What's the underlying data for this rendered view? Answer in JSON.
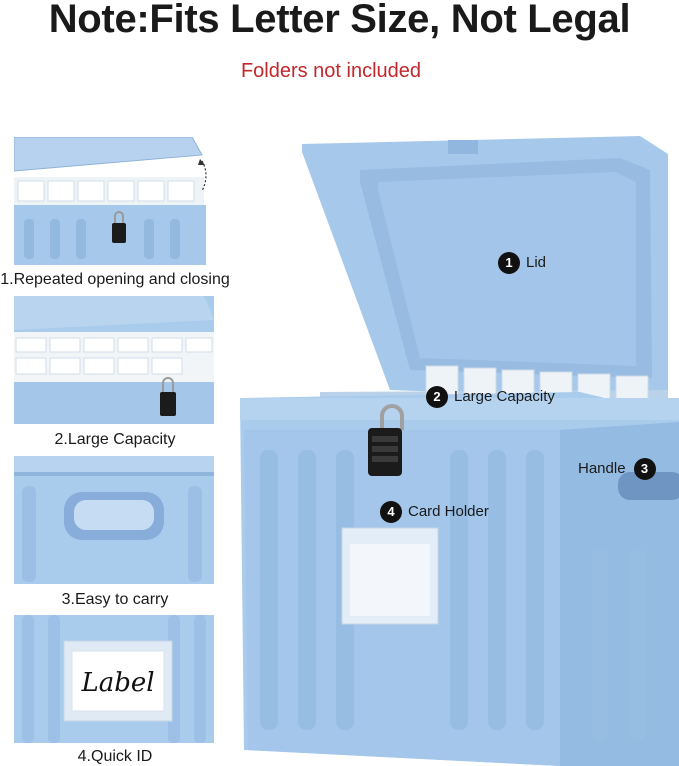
{
  "header": {
    "title": "Note:Fits Letter Size, Not Legal",
    "subtitle": "Folders not included"
  },
  "colors": {
    "subtitle_red": "#c0282d",
    "box_blue": "#a8c9ea",
    "box_shadow": "#7fa7d0",
    "lock_black": "#1b1b1b"
  },
  "features": [
    {
      "caption": "1.Repeated opening and closing"
    },
    {
      "caption": "2.Large Capacity"
    },
    {
      "caption": "3.Easy to carry"
    },
    {
      "caption": "4.Quick ID",
      "label_card_text": "Label"
    }
  ],
  "callouts": [
    {
      "number": "1",
      "text": "Lid"
    },
    {
      "number": "2",
      "text": "Large Capacity"
    },
    {
      "number": "3",
      "text": "Handle"
    },
    {
      "number": "4",
      "text": "Card Holder"
    }
  ]
}
